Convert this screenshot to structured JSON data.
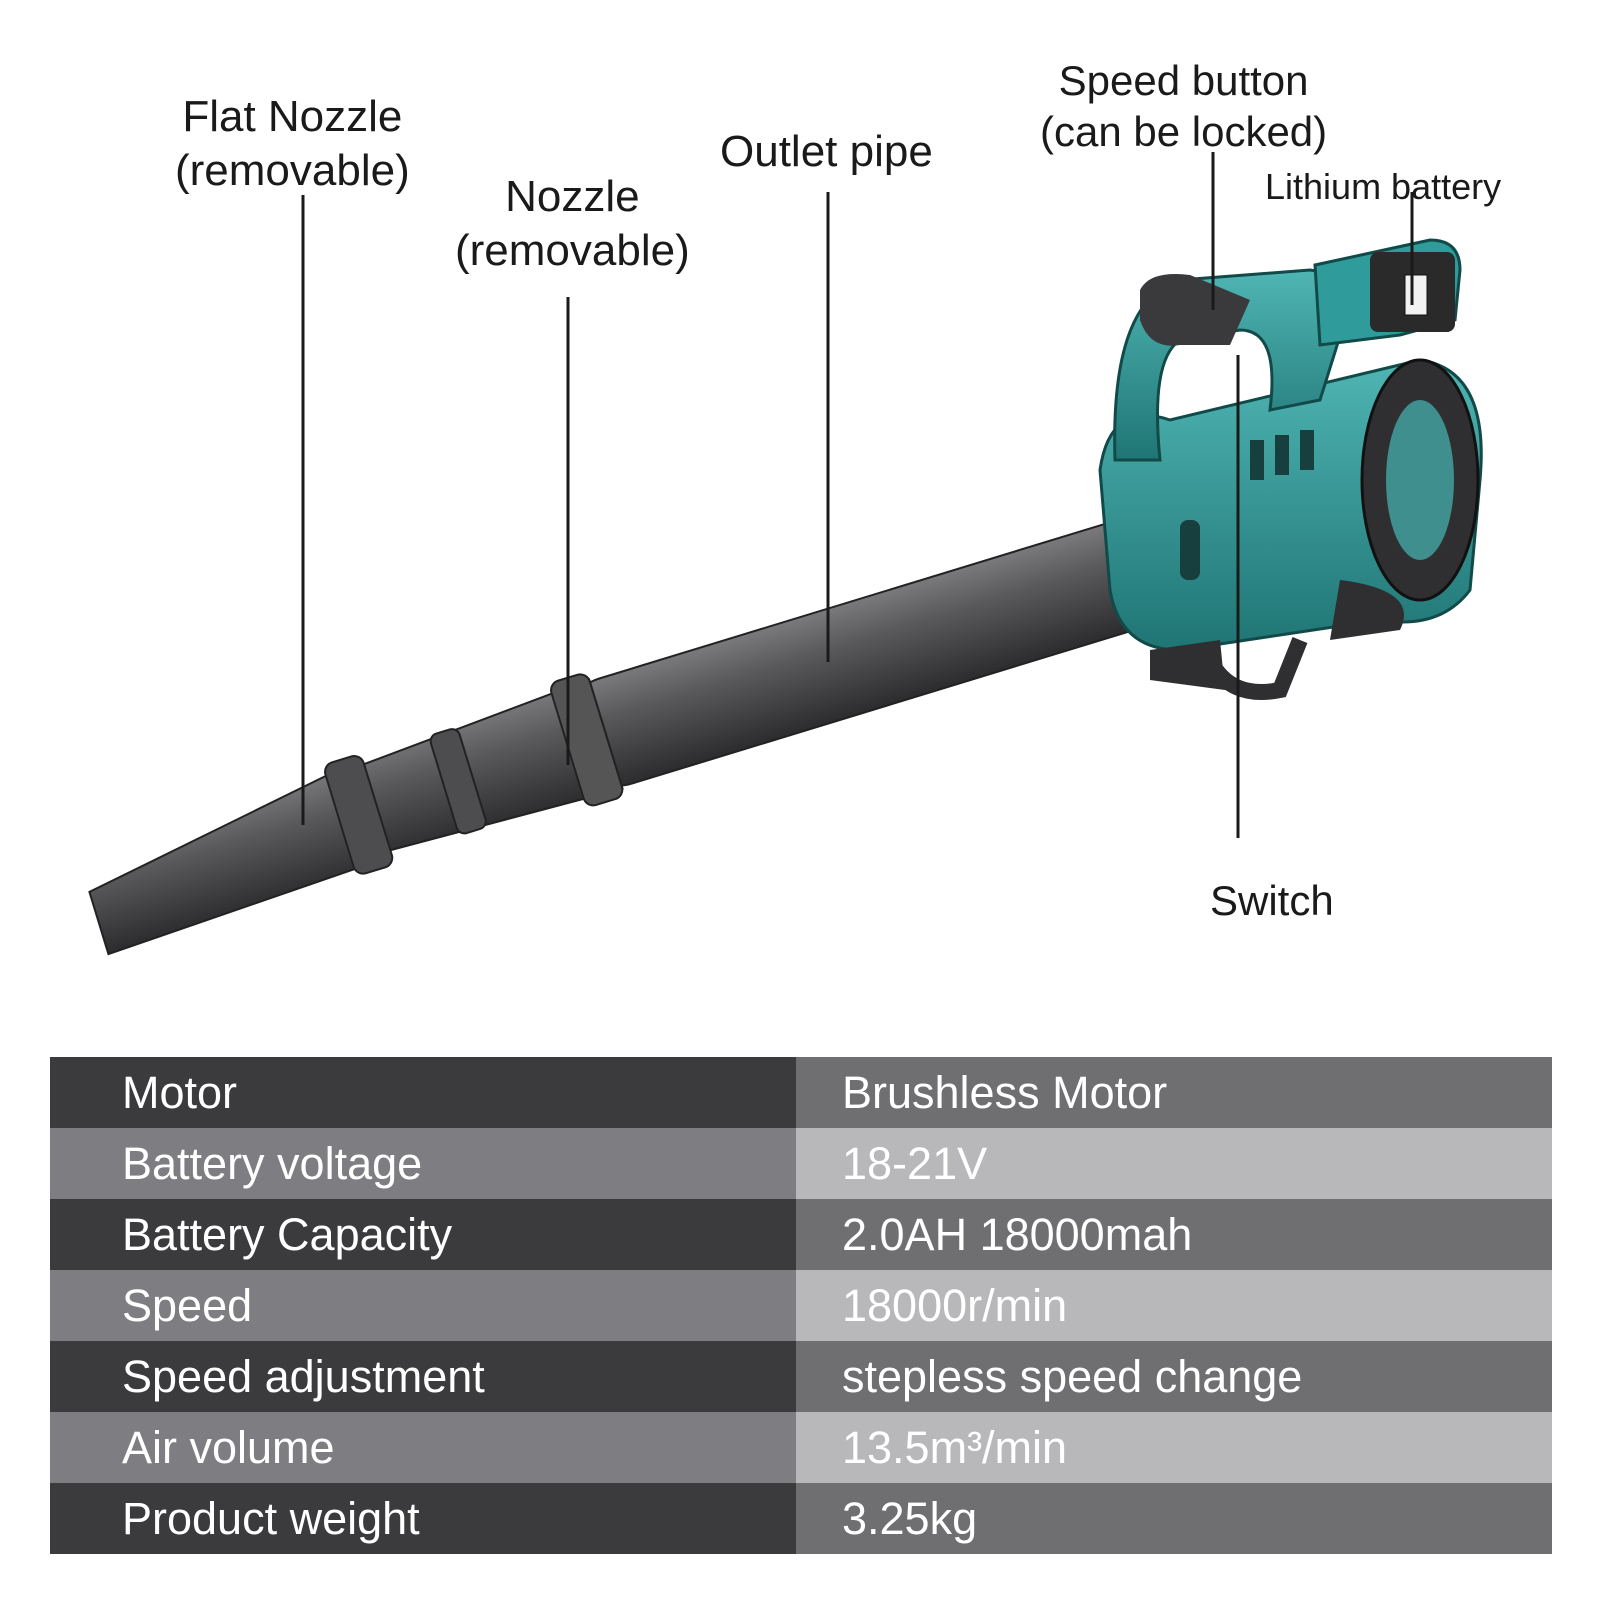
{
  "callouts": {
    "flat_nozzle": [
      "Flat Nozzle",
      "(removable)"
    ],
    "nozzle": [
      "Nozzle",
      "(removable)"
    ],
    "outlet_pipe": "Outlet pipe",
    "speed_button": [
      "Speed button",
      "(can be locked)"
    ],
    "lithium_battery": "Lithium battery",
    "switch": "Switch"
  },
  "specs": [
    {
      "key": "Motor",
      "value": "Brushless Motor"
    },
    {
      "key": "Battery voltage",
      "value": "18-21V"
    },
    {
      "key": "Battery Capacity",
      "value": "2.0AH 18000mah"
    },
    {
      "key": "Speed",
      "value": "18000r/min"
    },
    {
      "key": "Speed adjustment",
      "value": "stepless speed change"
    },
    {
      "key": "Air volume",
      "value": "13.5m³/min"
    },
    {
      "key": "Product weight",
      "value": "3.25kg"
    }
  ],
  "colors": {
    "tool_body": "#2f9b9a",
    "pipe": "#4a4a4c",
    "battery": "#2a2a2a"
  }
}
